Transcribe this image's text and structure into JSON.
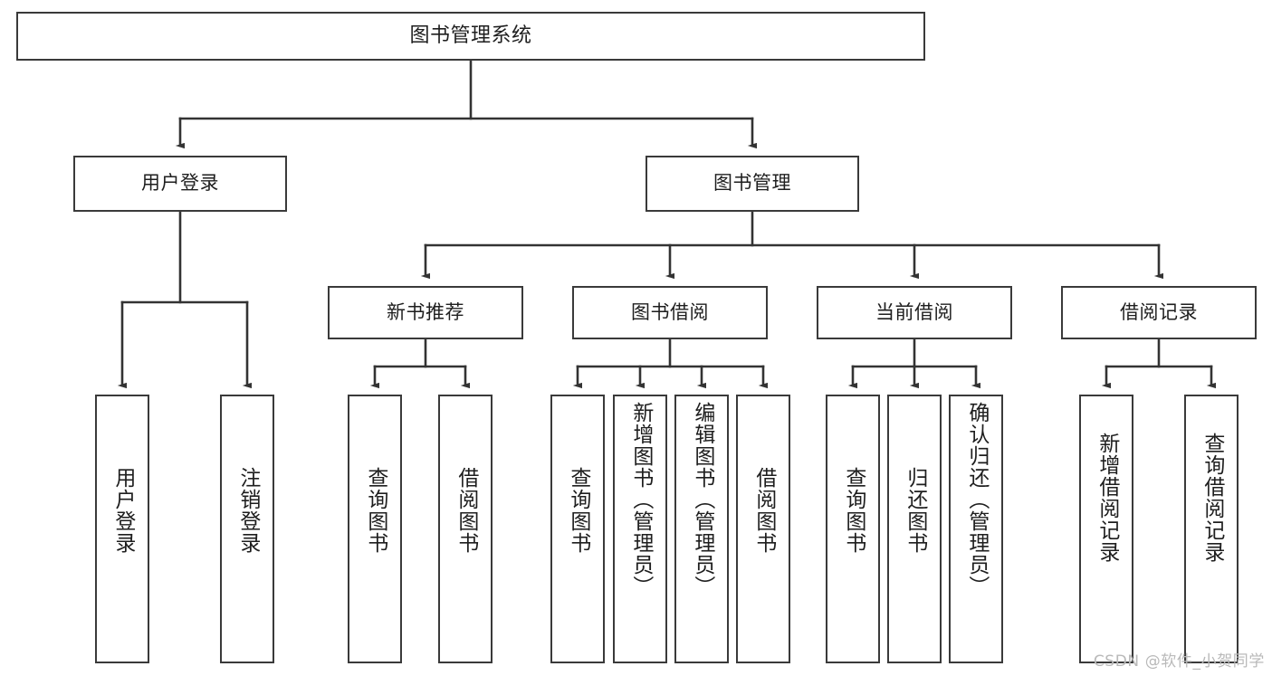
{
  "diagram": {
    "type": "tree-hierarchy",
    "title": "图书管理系统",
    "orientation": "top-down",
    "colors": {
      "box_border": "#3a3a3a",
      "box_fill": "#ffffff",
      "edge": "#333333",
      "text": "#1e1e1e",
      "watermark": "#b9b9b9",
      "background": "#ffffff"
    },
    "levels": {
      "level1": [
        "图书管理系统"
      ],
      "level2": [
        "用户登录",
        "图书管理"
      ],
      "level3": [
        "新书推荐",
        "图书借阅",
        "当前借阅",
        "借阅记录"
      ],
      "level4": [
        "用户登录",
        "注销登录",
        "查询图书",
        "借阅图书",
        "查询图书",
        "新增图书（管理员）",
        "编辑图书（管理员）",
        "借阅图书",
        "查询图书",
        "归还图书",
        "确认归还（管理员）",
        "新增借阅记录",
        "查询借阅记录"
      ]
    }
  },
  "nodes": {
    "root": {
      "label": "图书管理系统"
    },
    "user_login": {
      "label": "用户登录"
    },
    "book_manage": {
      "label": "图书管理"
    },
    "new_book_rec": {
      "label": "新书推荐"
    },
    "book_borrow": {
      "label": "图书借阅"
    },
    "current_borrow": {
      "label": "当前借阅"
    },
    "borrow_record": {
      "label": "借阅记录"
    },
    "leaf_user_login": {
      "label": "用户登录"
    },
    "leaf_logout": {
      "label": "注销登录"
    },
    "leaf_query_book_a": {
      "label": "查询图书"
    },
    "leaf_borrow_book_a": {
      "label": "借阅图书"
    },
    "leaf_query_book_b": {
      "label": "查询图书"
    },
    "leaf_add_book": {
      "label": "新增图书（管理员）"
    },
    "leaf_edit_book": {
      "label": "编辑图书（管理员）"
    },
    "leaf_borrow_book_b": {
      "label": "借阅图书"
    },
    "leaf_query_book_c": {
      "label": "查询图书"
    },
    "leaf_return_book": {
      "label": "归还图书"
    },
    "leaf_confirm_return": {
      "label": "确认归还（管理员）"
    },
    "leaf_add_record": {
      "label": "新增借阅记录"
    },
    "leaf_query_record": {
      "label": "查询借阅记录"
    }
  },
  "watermark": {
    "text": "CSDN @软件_小贺同学"
  }
}
